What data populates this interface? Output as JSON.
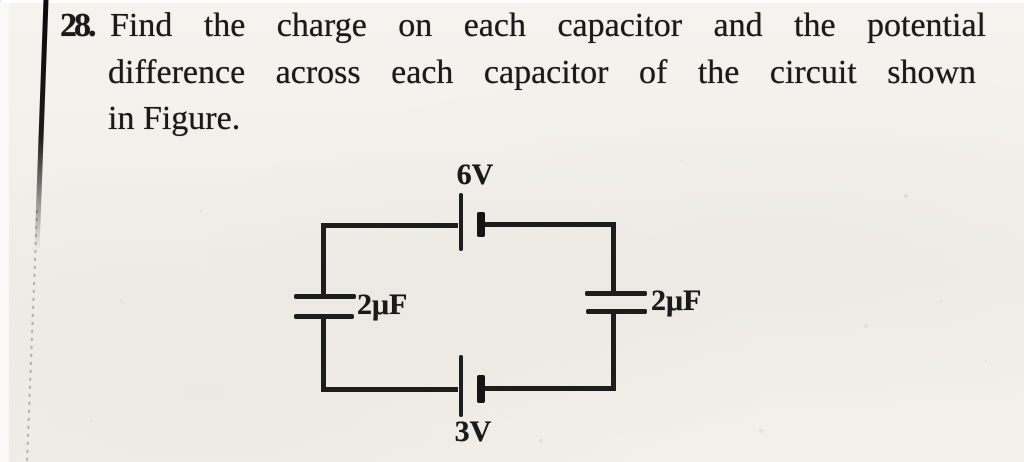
{
  "question": {
    "number": "28.",
    "lines": [
      "Find the charge on each capacitor and the potential",
      "difference across each capacitor of the circuit shown",
      "in Figure."
    ]
  },
  "circuit": {
    "description": "Rectangular loop: battery in top branch, battery in bottom branch, capacitor in left branch, capacitor in right branch",
    "components": [
      {
        "id": "battery-top",
        "kind": "battery",
        "label": "6V"
      },
      {
        "id": "battery-bottom",
        "kind": "battery",
        "label": "3V"
      },
      {
        "id": "capacitor-left",
        "kind": "capacitor",
        "label": "2μF"
      },
      {
        "id": "capacitor-right",
        "kind": "capacitor",
        "label": "2μF"
      }
    ]
  },
  "colors": {
    "paper": "#f2f0ea",
    "ink": "#1d1d1d"
  }
}
